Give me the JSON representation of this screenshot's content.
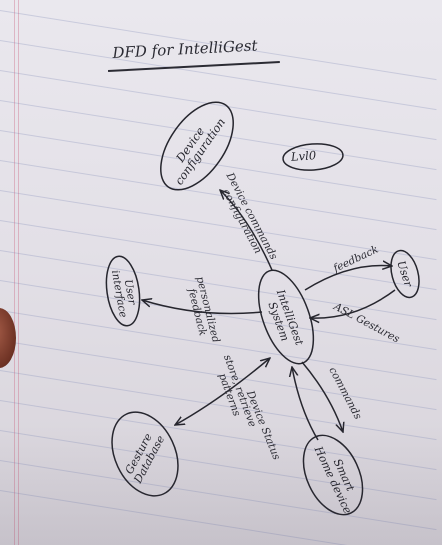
{
  "title": "DFD for IntelliGest",
  "annotation": "Lvl0",
  "nodes": {
    "center": [
      "IntelliGest",
      "System"
    ],
    "user": [
      "User"
    ],
    "device_config": [
      "Device",
      "configuration"
    ],
    "user_interface": [
      "User",
      "interface"
    ],
    "gesture_db": [
      "Gesture",
      "Database"
    ],
    "smart_home": [
      "Smart",
      "Home device"
    ]
  },
  "flows": {
    "feedback": "feedback",
    "asl_gestures": "ASL Gestures",
    "device_commands": [
      "Device commands",
      "configuration"
    ],
    "personalized_feedback": [
      "personalized",
      "feedback"
    ],
    "store_retrieve": [
      "store, retrieve",
      "patterns"
    ],
    "device_status": "Device Status",
    "commands": "commands"
  },
  "colors": {
    "ink": "#26262e",
    "paper": "#e6e3ea",
    "rule": "#8c96be",
    "margin": "#c85a78"
  }
}
